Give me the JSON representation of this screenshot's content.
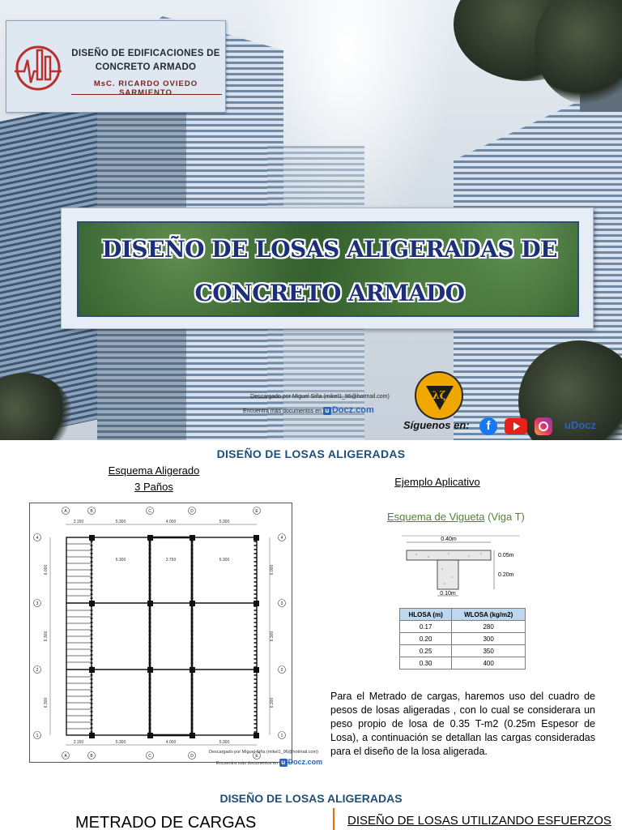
{
  "cover": {
    "logo": {
      "line1": "DISEÑO DE EDIFICACIONES DE",
      "line2": "CONCRETO ARMADO",
      "author": "MsC. RICARDO OVIEDO SARMIENTO"
    },
    "title_line1": "DISEÑO DE LOSAS ALIGERADAS DE",
    "title_line2": "CONCRETO ARMADO",
    "download_note": "Descargado por Miguel Siña (mikel1_96@hotmail.com)",
    "download_note2": "Encuentra más documentos en",
    "udocz": "Docz.com",
    "badge_text": "λζ",
    "follow_label": "Síguenos en:",
    "social_udocz": "uDocz",
    "accent_color": "#1d2f78"
  },
  "slide2": {
    "title": "DISEÑO DE LOSAS ALIGERADAS",
    "scheme_title": "Esquema Aligerado",
    "scheme_subtitle": "3 Paños",
    "example_title": "Ejemplo Aplicativo",
    "vigueta_label": "Esquema de Vigueta",
    "vigueta_type": "(Viga T)",
    "plan": {
      "axes_letters": [
        "A",
        "B",
        "C",
        "D",
        "E"
      ],
      "axes_numbers": [
        "4",
        "3",
        "2",
        "1"
      ],
      "top_dims": [
        "2.150",
        "5.300",
        "4.000",
        "5.300"
      ],
      "inner_dims": [
        "5.300",
        "3.750",
        "5.300"
      ],
      "bottom_dims": [
        "2.150",
        "5.300",
        "4.000",
        "5.300"
      ],
      "side_dims": [
        "6.000",
        "6.300",
        "6.300"
      ]
    },
    "vigueta": {
      "width_top": "0.40m",
      "flange": "0.05m",
      "web_height": "0.20m",
      "web_width": "0.10m"
    },
    "table": {
      "headers": [
        "HLOSA (m)",
        "WLOSA (kg/m2)"
      ],
      "rows": [
        [
          "0.17",
          "280"
        ],
        [
          "0.20",
          "300"
        ],
        [
          "0.25",
          "350"
        ],
        [
          "0.30",
          "400"
        ]
      ]
    },
    "paragraph": "Para el Metrado de cargas, haremos uso del cuadro de pesos de losas aligeradas , con lo cual se considerara un peso propio de losa de 0.35 T-m2 (0.25m Espesor de Losa), a continuación se detallan las cargas consideradas para el diseño de la losa aligerada.",
    "download_note": "Descargado por Miguel Siña (mikel1_96@hotmail.com)",
    "download_note2": "Encuentra más documentos en",
    "udocz": "Docz.com"
  },
  "slide3": {
    "title": "DISEÑO DE LOSAS ALIGERADAS",
    "left_heading": "METRADO DE CARGAS",
    "right_heading": "DISEÑO DE LOSAS UTILIZANDO ESFUERZOS"
  }
}
